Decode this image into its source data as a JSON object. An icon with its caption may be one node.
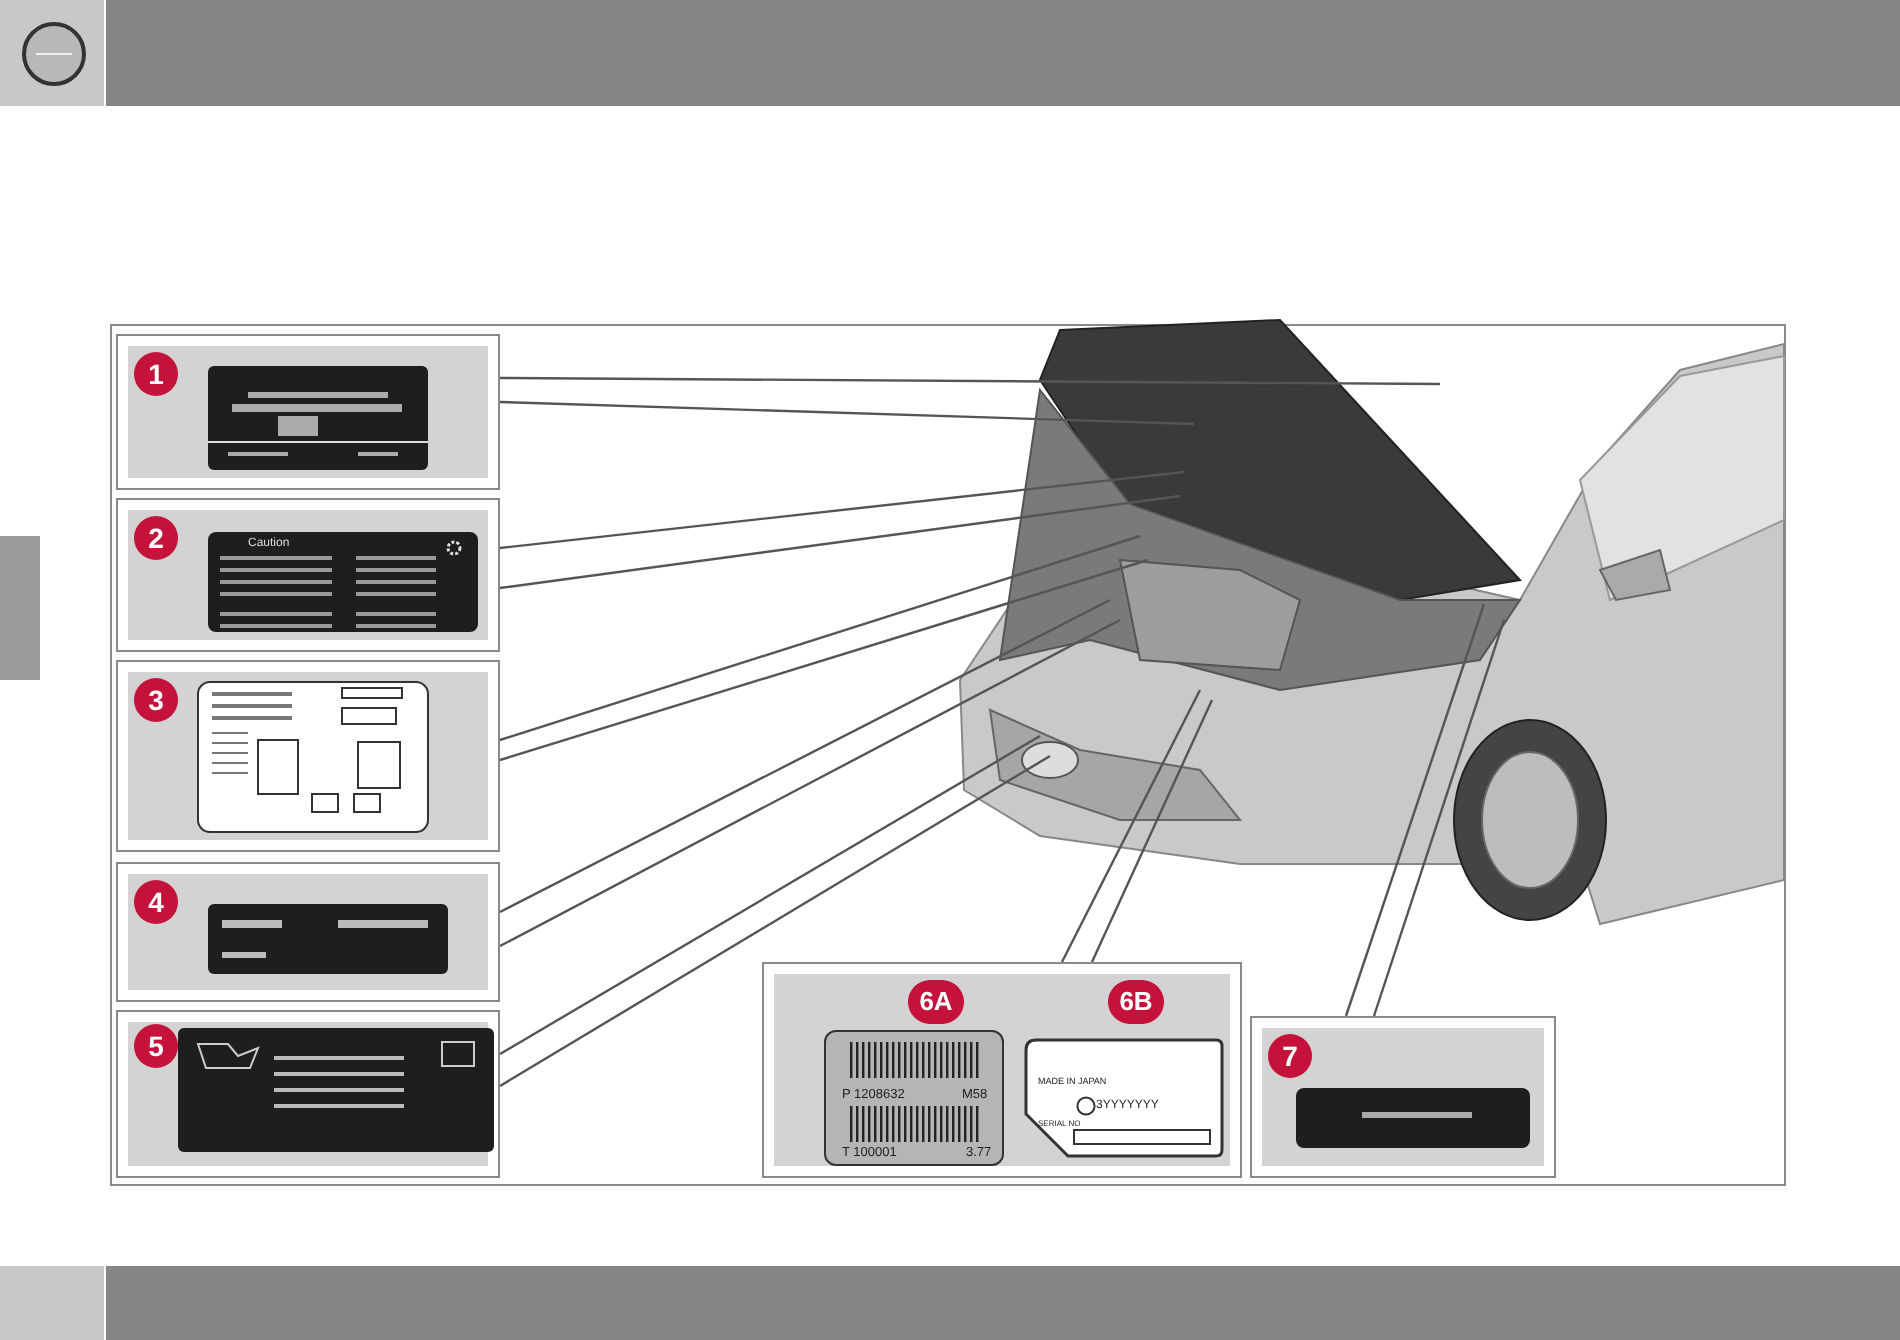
{
  "diagram": {
    "nodes": [
      {
        "text": [
          "1"
        ]
      },
      {
        "text": [
          "2"
        ]
      },
      {
        "text": [
          "Caution"
        ],
        "in": 1
      },
      {
        "text": [
          "3"
        ]
      },
      {
        "text": [
          "4"
        ]
      },
      {
        "text": [
          "5"
        ]
      },
      {
        "text": [
          "6A",
          "6B"
        ]
      },
      {
        "text": [
          "P 1208632",
          "M58",
          "T 100001",
          "3.77"
        ],
        "in": 6
      },
      {
        "text": [
          "MADE IN JAPAN",
          "3YYYYYYY",
          "SERIAL NO"
        ],
        "in": 6
      },
      {
        "text": [
          "7"
        ]
      }
    ],
    "edges": [
      {
        "from": 0,
        "to": null,
        "arrow": "none"
      },
      {
        "from": 0,
        "to": null,
        "arrow": "none"
      },
      {
        "from": 1,
        "to": null,
        "arrow": "none"
      },
      {
        "from": 1,
        "to": null,
        "arrow": "none"
      },
      {
        "from": 3,
        "to": null,
        "arrow": "none"
      },
      {
        "from": 3,
        "to": null,
        "arrow": "none"
      },
      {
        "from": 4,
        "to": null,
        "arrow": "none"
      },
      {
        "from": 4,
        "to": null,
        "arrow": "none"
      },
      {
        "from": 5,
        "to": null,
        "arrow": "none"
      },
      {
        "from": 5,
        "to": null,
        "arrow": "none"
      },
      {
        "from": 6,
        "to": null,
        "arrow": "none"
      },
      {
        "from": 6,
        "to": null,
        "arrow": "none"
      },
      {
        "from": 9,
        "to": null,
        "arrow": "none"
      },
      {
        "from": 9,
        "to": null,
        "arrow": "none"
      }
    ]
  }
}
